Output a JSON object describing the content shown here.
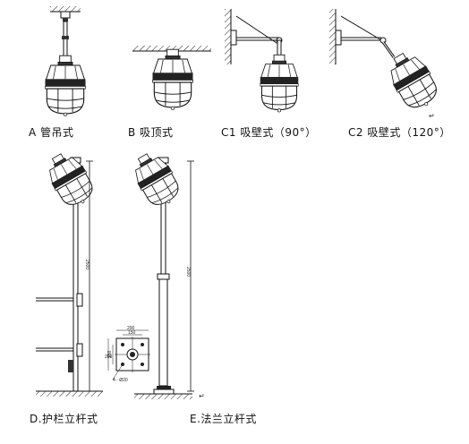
{
  "captions": {
    "a": "A  管吊式",
    "b": "B  吸顶式",
    "c1": "C1  吸壁式（90°）",
    "c2": "C2  吸壁式（120°）",
    "d": "D.护栏立杆式",
    "e": "E.法兰立杆式"
  },
  "dimensions": {
    "d_height": "2500",
    "e_height": "2500",
    "flange_w1": "200",
    "flange_w2": "150",
    "flange_h1": "200",
    "flange_h2": "150",
    "flange_hole": "4 - Ø20"
  },
  "marks": {
    "return": "↵"
  }
}
